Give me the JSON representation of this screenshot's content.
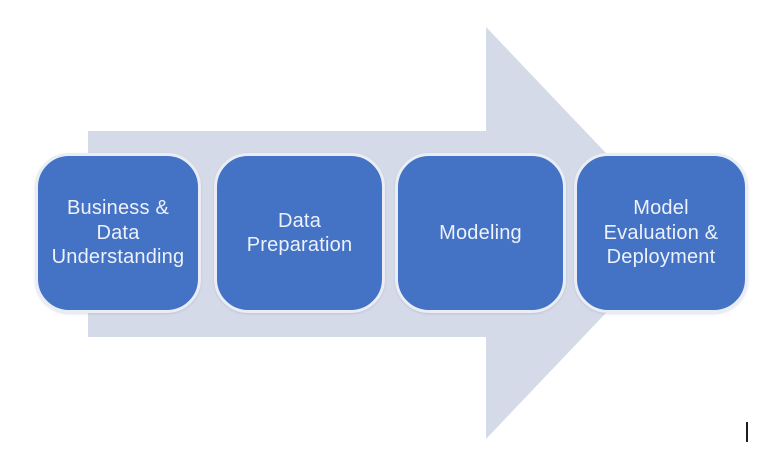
{
  "diagram": {
    "type": "process-flow-arrow",
    "direction": "right",
    "steps": [
      {
        "label": "Business & Data Understanding",
        "lines": [
          "Business &",
          "Data",
          "Understanding"
        ]
      },
      {
        "label": "Data Preparation",
        "lines": [
          "Data",
          "Preparation"
        ]
      },
      {
        "label": "Modeling",
        "lines": [
          "Modeling"
        ]
      },
      {
        "label": "Model Evaluation & Deployment",
        "lines": [
          "Model",
          "Evaluation &",
          "Deployment"
        ]
      }
    ]
  },
  "colors": {
    "box_fill": "#4472C4",
    "box_border": "#E9EDF6",
    "arrow_fill": "#D5DAE8",
    "step_text": "#EDF2FA",
    "cursor_color": "#1c1c1c",
    "page_bg": "#FFFFFF"
  }
}
